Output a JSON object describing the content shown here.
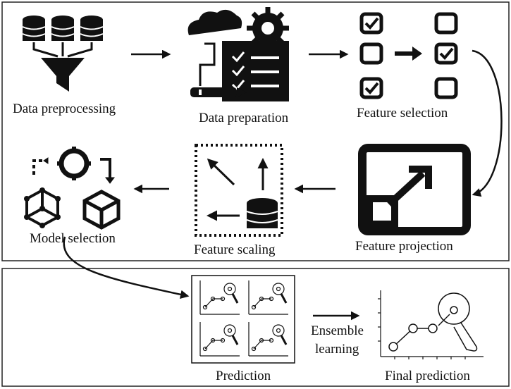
{
  "stages": {
    "data_preprocessing": "Data preprocessing",
    "data_preparation": "Data preparation",
    "feature_selection": "Feature selection",
    "feature_projection": "Feature projection",
    "feature_scaling": "Feature scaling",
    "model_selection": "Model selection",
    "prediction": "Prediction",
    "final_prediction": "Final prediction"
  },
  "ensemble": {
    "line1": "Ensemble",
    "line2": "learning"
  },
  "colors": {
    "ink": "#111111",
    "panel_border": "#222222",
    "background": "#ffffff"
  }
}
